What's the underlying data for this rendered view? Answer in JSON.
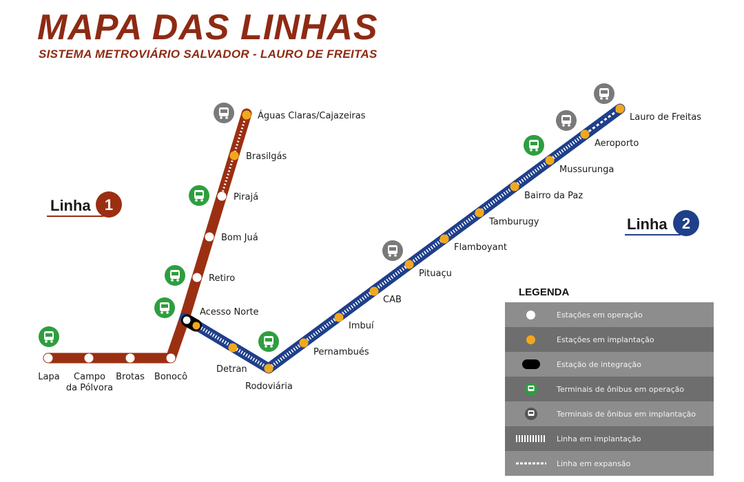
{
  "header": {
    "title": "MAPA DAS LINHAS",
    "subtitle": "SISTEMA METROVIÁRIO SALVADOR - LAURO DE FREITAS"
  },
  "colors": {
    "line1": "#9b2f12",
    "line2": "#1f3f8a",
    "station_operating": "#ffffff",
    "station_construction": "#f2a81d",
    "bus_operating": "#2e9e3f",
    "bus_construction": "#7a7a7a",
    "title": "#8e2a14"
  },
  "lines": [
    {
      "name": "Linha",
      "number": "1"
    },
    {
      "name": "Linha",
      "number": "2"
    }
  ],
  "stations": [
    {
      "name": "Lapa",
      "line": "1",
      "status": "operating",
      "bus_terminal": "operating"
    },
    {
      "name": "Campo da Pólvora",
      "line": "1",
      "status": "operating"
    },
    {
      "name": "Brotas",
      "line": "1",
      "status": "operating"
    },
    {
      "name": "Bonocô",
      "line": "1",
      "status": "operating"
    },
    {
      "name": "Acesso Norte",
      "line": "1-2",
      "status": "integration",
      "bus_terminal": "operating"
    },
    {
      "name": "Retiro",
      "line": "1",
      "status": "operating",
      "bus_terminal": "operating"
    },
    {
      "name": "Bom Juá",
      "line": "1",
      "status": "operating"
    },
    {
      "name": "Pirajá",
      "line": "1",
      "status": "operating",
      "bus_terminal": "operating"
    },
    {
      "name": "Brasilgás",
      "line": "1",
      "status": "construction"
    },
    {
      "name": "Águas Claras/Cajazeiras",
      "line": "1",
      "status": "construction",
      "bus_terminal": "construction"
    },
    {
      "name": "Detran",
      "line": "2",
      "status": "construction"
    },
    {
      "name": "Rodoviária",
      "line": "2",
      "status": "construction",
      "bus_terminal": "operating"
    },
    {
      "name": "Pernambués",
      "line": "2",
      "status": "construction"
    },
    {
      "name": "Imbuí",
      "line": "2",
      "status": "construction"
    },
    {
      "name": "CAB",
      "line": "2",
      "status": "construction"
    },
    {
      "name": "Pituaçu",
      "line": "2",
      "status": "construction",
      "bus_terminal": "construction"
    },
    {
      "name": "Flamboyant",
      "line": "2",
      "status": "construction"
    },
    {
      "name": "Tamburugy",
      "line": "2",
      "status": "construction"
    },
    {
      "name": "Bairro da Paz",
      "line": "2",
      "status": "construction"
    },
    {
      "name": "Mussurunga",
      "line": "2",
      "status": "construction",
      "bus_terminal": "operating"
    },
    {
      "name": "Aeroporto",
      "line": "2",
      "status": "construction",
      "bus_terminal": "construction"
    },
    {
      "name": "Lauro de Freitas",
      "line": "2",
      "status": "construction",
      "bus_terminal": "construction"
    }
  ],
  "legend": {
    "title": "LEGENDA",
    "items": [
      {
        "label": "Estações em operação",
        "symbol": "station-operating"
      },
      {
        "label": "Estações em implantação",
        "symbol": "station-construction"
      },
      {
        "label": "Estação de integração",
        "symbol": "integration-station"
      },
      {
        "label": "Terminais de ônibus em operação",
        "symbol": "bus-operating"
      },
      {
        "label": "Terminais de ônibus em implantação",
        "symbol": "bus-construction"
      },
      {
        "label": "Linha em implantação",
        "symbol": "line-construction"
      },
      {
        "label": "Linha em expansão",
        "symbol": "line-expansion"
      }
    ]
  }
}
